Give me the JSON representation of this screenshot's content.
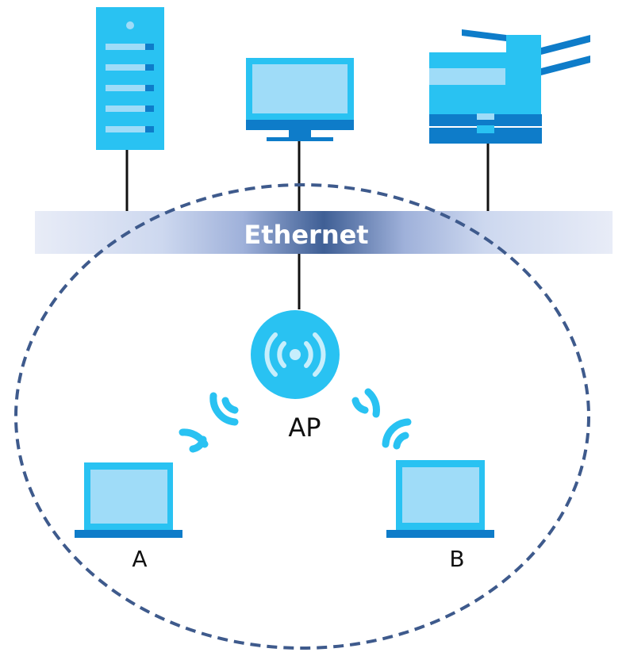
{
  "labels": {
    "ethernet": "Ethernet",
    "ap": "AP",
    "client_a": "A",
    "client_b": "B"
  },
  "icons": {
    "server": "server-icon",
    "monitor": "monitor-icon",
    "printer": "printer-icon",
    "access_point": "access-point-icon",
    "laptop_a": "laptop-icon",
    "laptop_b": "laptop-icon",
    "wifi_signal": "wifi-signal-icon"
  },
  "colors": {
    "device_primary": "#29c2f2",
    "device_dark": "#0e7cc9",
    "device_light": "#9fdcf8",
    "ethernet_center": "#3f5f95",
    "ethernet_edge": "#e6ebf7",
    "boundary": "#3e5a8c",
    "line": "#111111"
  }
}
